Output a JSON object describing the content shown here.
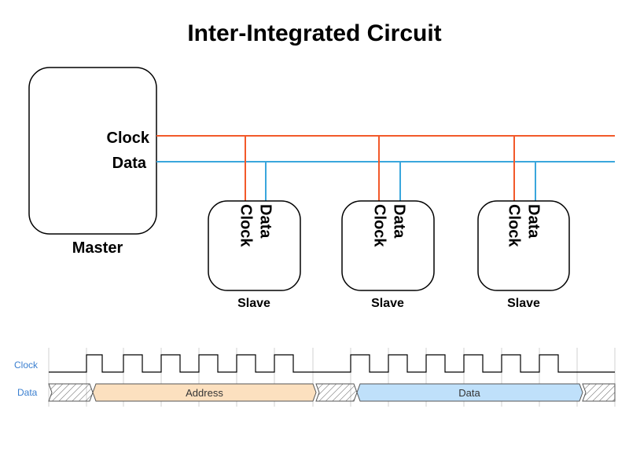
{
  "title": "Inter-Integrated Circuit",
  "master": {
    "name": "Master",
    "clock_label": "Clock",
    "data_label": "Data"
  },
  "slaves": [
    {
      "name": "Slave",
      "clock_label": "Clock",
      "data_label": "Data"
    },
    {
      "name": "Slave",
      "clock_label": "Clock",
      "data_label": "Data"
    },
    {
      "name": "Slave",
      "clock_label": "Clock",
      "data_label": "Data"
    }
  ],
  "timing": {
    "clock_label": "Clock",
    "data_label": "Data",
    "segments": [
      {
        "label": "Address",
        "color": "#fce0bf"
      },
      {
        "label": "Data",
        "color": "#bfe0fa"
      }
    ]
  },
  "colors": {
    "clock_line": "#f2592a",
    "data_line": "#3aa6dc",
    "timing_label": "#3a7fd0"
  }
}
